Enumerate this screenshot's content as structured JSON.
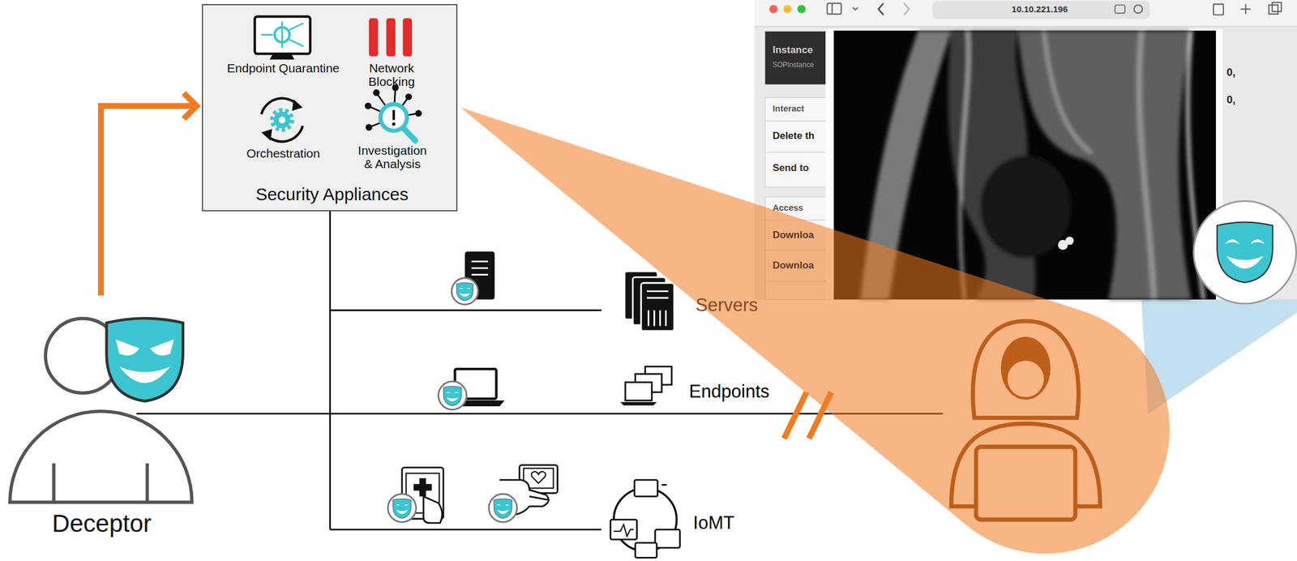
{
  "diagram": {
    "nodes": [
      {
        "text": [
          "Endpoint Quarantine",
          "Network Blocking",
          "Orchestration",
          "Investigation & Analysis",
          "Security Appliances"
        ]
      },
      {
        "text": [
          "Deceptor"
        ]
      }
    ],
    "edges": [
      {
        "from": 1,
        "to": 0,
        "arrow": "to"
      }
    ],
    "labels": [
      "Servers",
      "Endpoints",
      "IoMT",
      "10.10.221.196",
      "Instance",
      "SOPInstance",
      "Interact",
      "Delete th",
      "Send to",
      "Access",
      "Downloa",
      "Downloa",
      "0,",
      "0,"
    ]
  }
}
